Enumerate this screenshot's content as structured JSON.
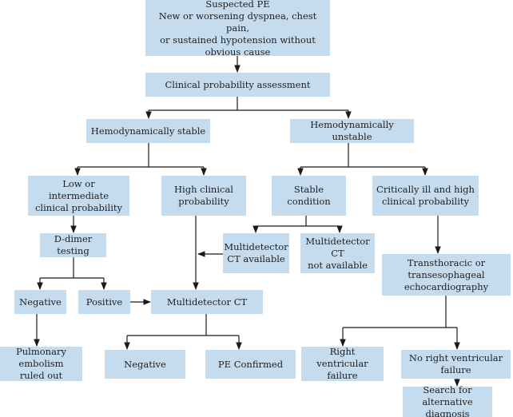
{
  "nodes": {
    "suspected_pe": [
      "Suspected PE",
      "New or worsening dyspnea, chest pain,",
      "or sustained hypotension without obvious cause"
    ],
    "clinical_probability": [
      "Clinical probability assessment"
    ],
    "hemo_stable": [
      "Hemodynamically stable"
    ],
    "hemo_unstable": [
      "Hemodynamically unstable"
    ],
    "low_intermediate": [
      "Low or intermediate",
      "clinical probability"
    ],
    "high_clinical": [
      "High clinical",
      "probability"
    ],
    "stable_condition": [
      "Stable",
      "condition"
    ],
    "critically_ill": [
      "Critically ill and high",
      "clinical probability"
    ],
    "d_dimer": [
      "D-dimer testing"
    ],
    "mdct_available": [
      "Multidetector",
      "CT available"
    ],
    "mdct_not_available": [
      "Multidetector CT",
      "not available"
    ],
    "echo": [
      "Transthoracic or transesophageal",
      "echocardiography"
    ],
    "negative_d": [
      "Negative"
    ],
    "positive_d": [
      "Positive"
    ],
    "mdct": [
      "Multidetector CT"
    ],
    "pe_ruled_out": [
      "Pulmonary embolism",
      "ruled out"
    ],
    "negative_ct": [
      "Negative"
    ],
    "pe_confirmed": [
      "PE Confirmed"
    ],
    "rv_failure": [
      "Right ventricular",
      "failure"
    ],
    "no_rv_failure": [
      "No right ventricular failure"
    ],
    "search_alt": [
      "Search for alternative",
      "diagnosis"
    ]
  },
  "colors": {
    "box_fill": "#c5dcef",
    "line": "#1a1a1a",
    "text": "#1f1f1f"
  }
}
